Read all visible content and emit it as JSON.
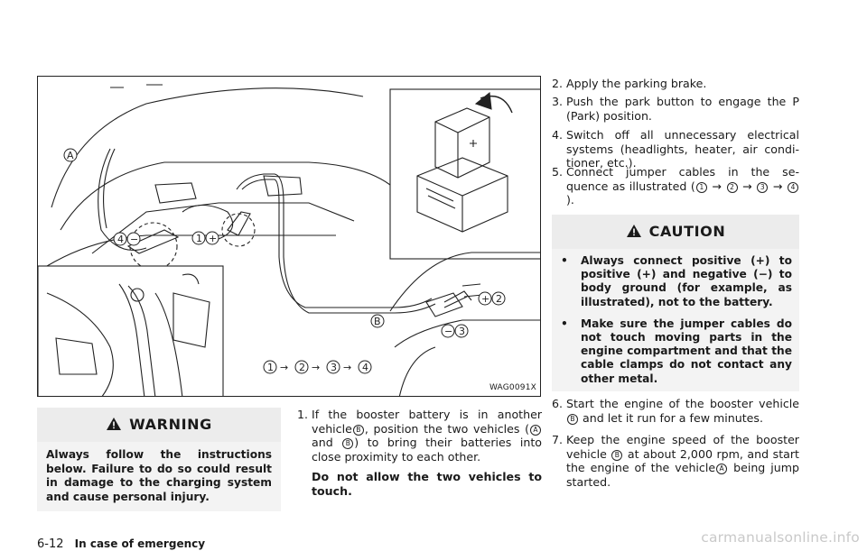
{
  "figure": {
    "code": "WAG0091X",
    "labels": {
      "a": "A",
      "b": "B",
      "c1": "1",
      "c2": "2",
      "c3": "3",
      "c4": "4",
      "plus": "+",
      "minus": "−",
      "arrow": "→"
    }
  },
  "warning": {
    "title": "WARNING",
    "body": "Always follow the instructions below. Failure to do so could result in damage to the charging system and cause personal injury."
  },
  "steps": {
    "s1": {
      "num": "1.",
      "text_a": "If the booster battery is in another vehicle",
      "text_b": ", position the two vehicles (",
      "text_c": "and",
      "text_d": ") to bring their batteries into close proximity to each other.",
      "note": "Do not allow the two vehicles to touch."
    },
    "s2": {
      "num": "2.",
      "text": "Apply the parking brake."
    },
    "s3": {
      "num": "3.",
      "text": "Push the park button to engage the P (Park) position."
    },
    "s4": {
      "num": "4.",
      "text": "Switch off all unnecessary electrical systems (headlights, heater, air condi- tioner, etc.)."
    },
    "s5": {
      "num": "5.",
      "text_a": "Connect jumper cables in the se- quence as illustrated (",
      "text_b": ")."
    },
    "s6": {
      "num": "6.",
      "text_a": "Start the engine of the booster vehicle",
      "text_b": "and let it run for a few minutes."
    },
    "s7": {
      "num": "7.",
      "text_a": "Keep the engine speed of the booster vehicle",
      "text_b": "at about 2,000 rpm, and start the engine of the vehicle",
      "text_c": "being jump started."
    }
  },
  "caution": {
    "title": "CAUTION",
    "bullet": "•",
    "items": [
      "Always connect positive (+) to positive (+) and negative (−) to body ground (for example, as illustrated), not to the battery.",
      "Make sure the jumper cables do not touch moving parts in the engine compartment and that the cable clamps do not contact any other metal."
    ]
  },
  "footer": {
    "page": "6-12",
    "section": "In case of emergency"
  },
  "watermark": "carmanualsonline.info"
}
